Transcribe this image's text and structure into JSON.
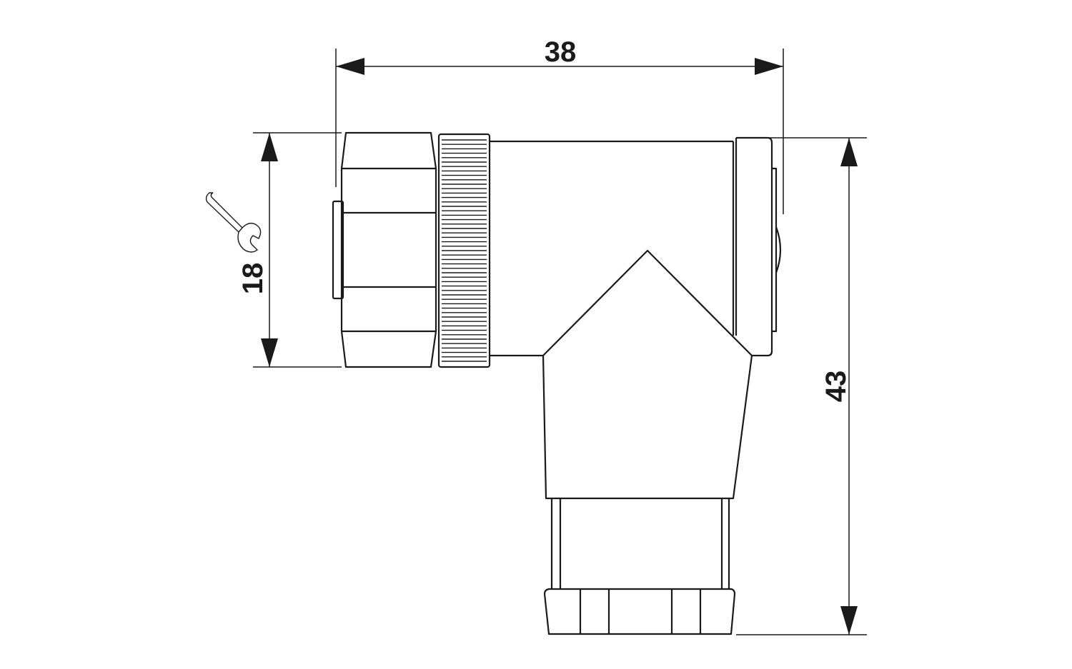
{
  "dimensions": {
    "width_label": "38",
    "height_label": "43",
    "wrench_size_label": "18"
  },
  "icons": {
    "wrench": "open-end-wrench-icon"
  },
  "colors": {
    "line": "#1a1a1a",
    "background": "#ffffff"
  }
}
